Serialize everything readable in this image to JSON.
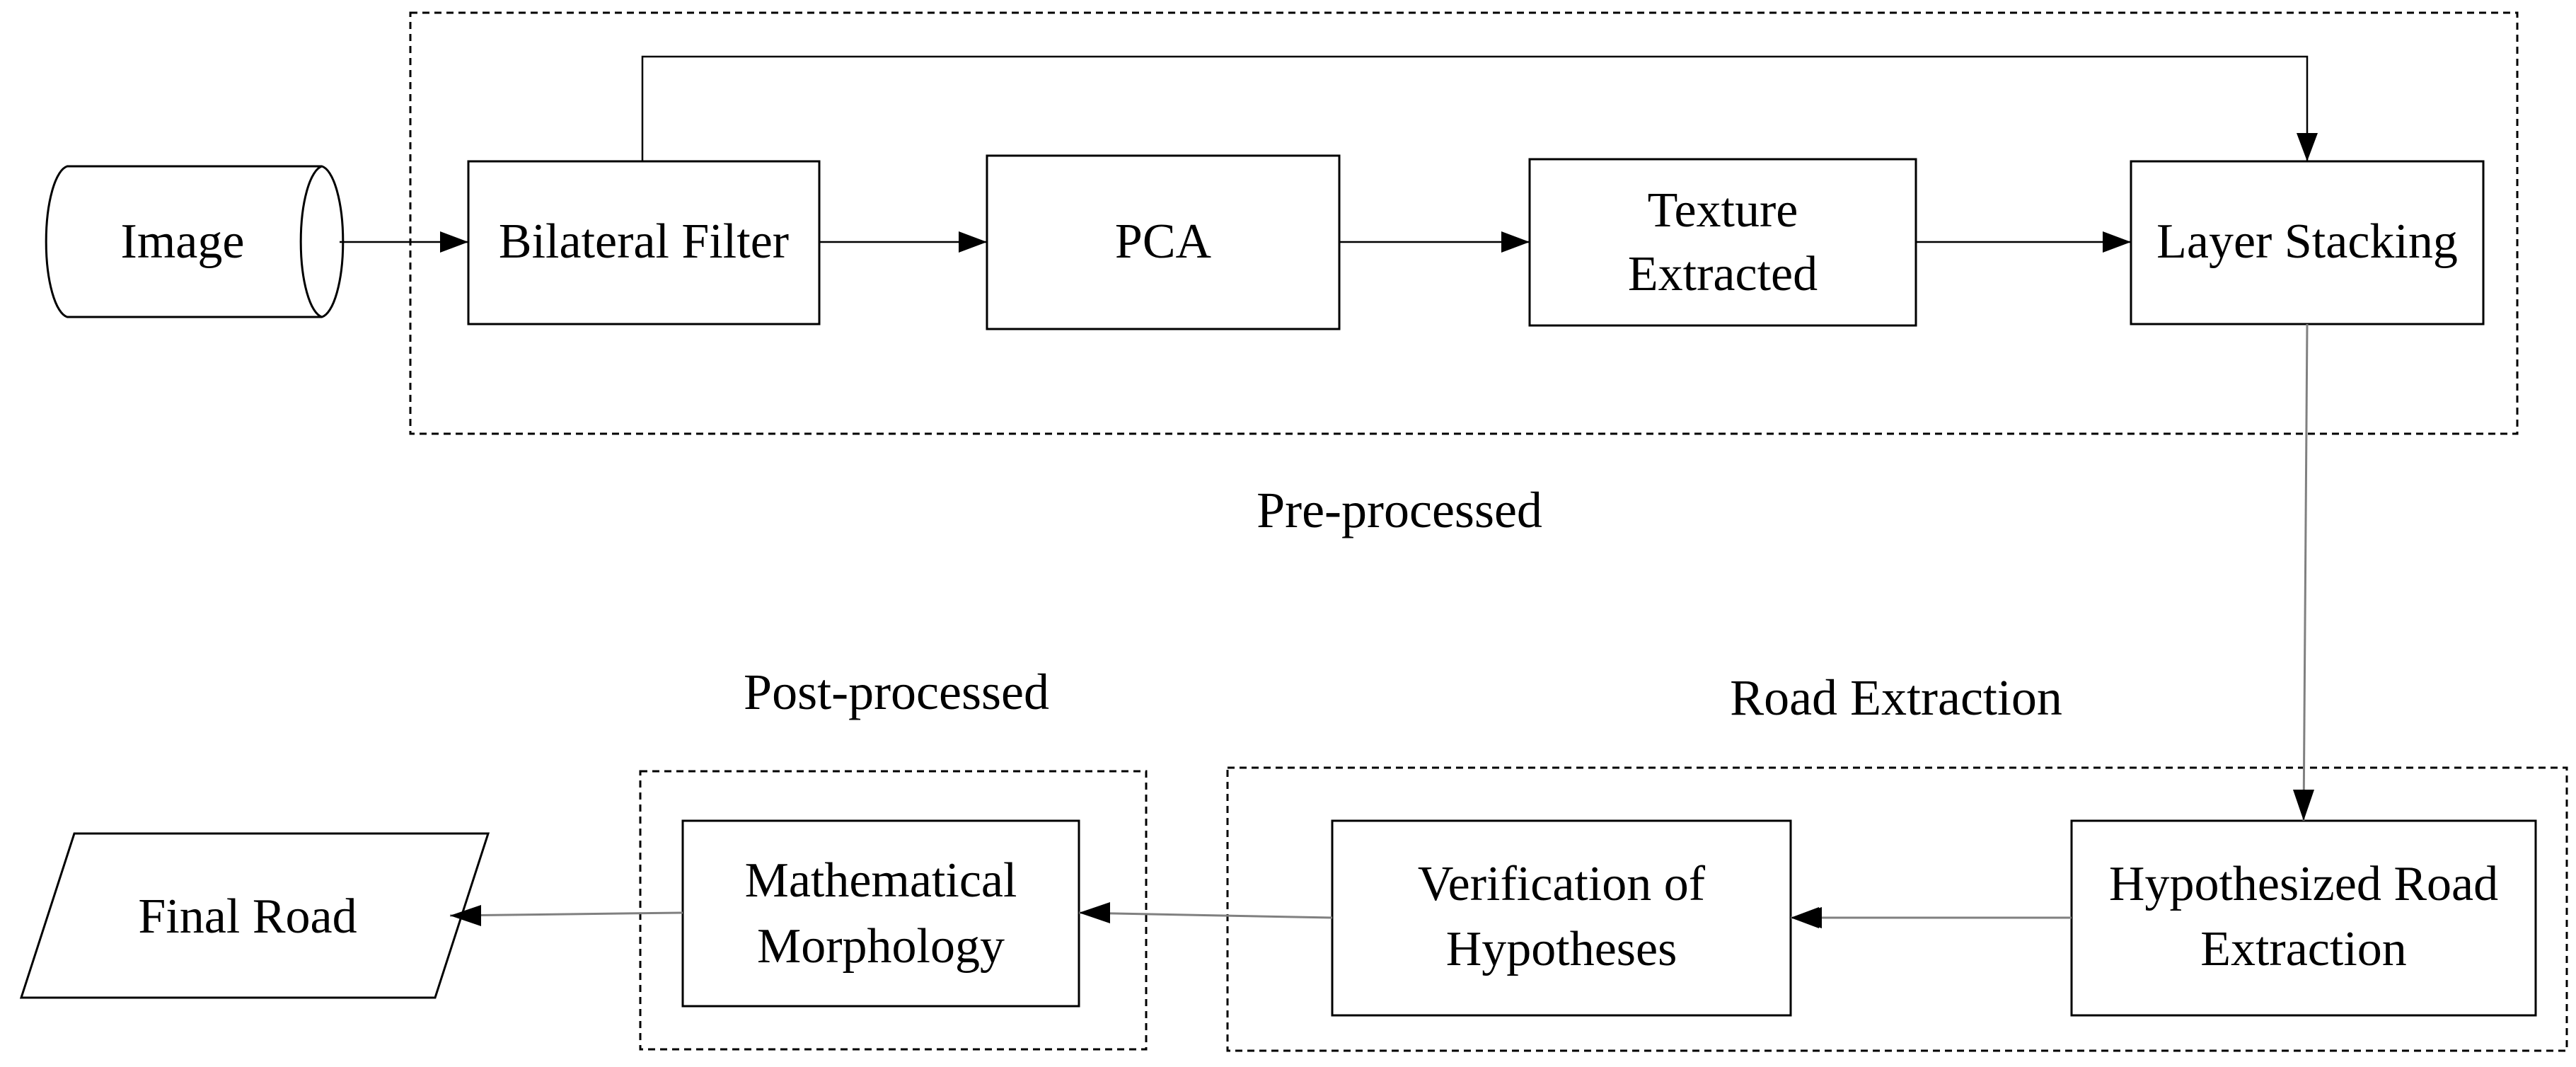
{
  "nodes": {
    "image": {
      "label": "Image"
    },
    "bilateral_filter": {
      "label": "Bilateral Filter"
    },
    "pca": {
      "label": "PCA"
    },
    "texture_extracted": {
      "line1": "Texture",
      "line2": "Extracted"
    },
    "layer_stacking": {
      "label": "Layer Stacking"
    },
    "hypothesized_road_extraction": {
      "line1": "Hypothesized Road",
      "line2": "Extraction"
    },
    "verification_of_hypotheses": {
      "line1": "Verification of",
      "line2": "Hypotheses"
    },
    "mathematical_morphology": {
      "line1": "Mathematical",
      "line2": "Morphology"
    },
    "final_road": {
      "label": "Final Road"
    }
  },
  "groups": {
    "pre_processed": {
      "label": "Pre-processed"
    },
    "road_extraction": {
      "label": "Road Extraction"
    },
    "post_processed": {
      "label": "Post-processed"
    }
  },
  "edges": [
    {
      "from": "Image",
      "to": "Bilateral Filter"
    },
    {
      "from": "Bilateral Filter",
      "to": "PCA"
    },
    {
      "from": "PCA",
      "to": "Texture Extracted"
    },
    {
      "from": "Texture Extracted",
      "to": "Layer Stacking"
    },
    {
      "from": "Bilateral Filter",
      "to": "Layer Stacking"
    },
    {
      "from": "Layer Stacking",
      "to": "Hypothesized Road Extraction"
    },
    {
      "from": "Hypothesized Road Extraction",
      "to": "Verification of Hypotheses"
    },
    {
      "from": "Verification of Hypotheses",
      "to": "Mathematical Morphology"
    },
    {
      "from": "Mathematical Morphology",
      "to": "Final Road"
    }
  ]
}
